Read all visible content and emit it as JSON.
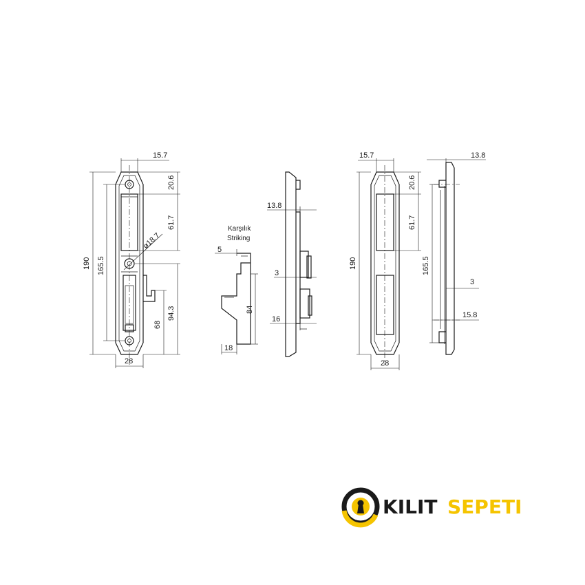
{
  "dimensions": {
    "front_left": {
      "top_width": "15.7",
      "top_offset": "20.6",
      "slot_length": "61.7",
      "cylinder_dia": "ø18.7",
      "total_height": "190",
      "screw_spacing": "165.5",
      "hook_to_bottom": "68",
      "cylinder_to_bottom": "94.3",
      "bottom_width": "28"
    },
    "striking": {
      "label_tr": "Karşılık",
      "label_en": "Striking",
      "depth": "5",
      "height": "84",
      "width": "18"
    },
    "side_left": {
      "plate_thickness": "13.8",
      "lip": "3",
      "bottom_depth": "16"
    },
    "front_right": {
      "top_width": "15.7",
      "top_offset": "20.6",
      "slot_length": "61.7",
      "total_height": "190",
      "bottom_width": "28"
    },
    "side_right": {
      "top_thickness": "13.8",
      "screw_spacing": "165.5",
      "lip": "3",
      "bottom_depth": "15.8"
    }
  },
  "logo": {
    "word1": "KILIT",
    "word2": "SEPETI",
    "icon": "keyhole-icon",
    "colors": {
      "dark": "#1a1a1a",
      "accent": "#f5c400"
    }
  }
}
